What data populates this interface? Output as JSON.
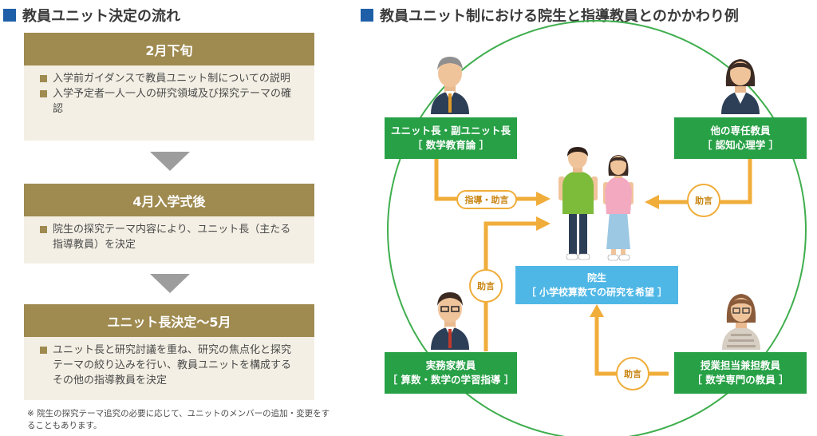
{
  "left": {
    "title": "教員ユニット決定の流れ",
    "phases": [
      {
        "label": "2月下旬",
        "items": [
          "入学前ガイダンスで教員ユニット制についての説明",
          "入学予定者一人一人の研究領域及び探究テーマの確認"
        ]
      },
      {
        "label": "4月入学式後",
        "items": [
          "院生の探究テーマ内容により、ユニット長（主たる指導教員）を決定"
        ]
      },
      {
        "label": "ユニット長決定〜5月",
        "items": [
          "ユニット長と研究討議を重ね、研究の焦点化と探究テーマの絞り込みを行い、教員ユニットを構成するその他の指導教員を決定"
        ]
      }
    ],
    "note": "※ 院生の探究テーマ追究の必要に応じて、ユニットのメンバーの追加・変更をすることもあります。"
  },
  "right": {
    "title": "教員ユニット制における院生と指導教員とのかかわり例",
    "roles": {
      "unit_head": {
        "title": "ユニット長・副ユニット長",
        "field": "［ 数学教育論 ］"
      },
      "other_faculty": {
        "title": "他の専任教員",
        "field": "［ 認知心理学 ］"
      },
      "practitioner": {
        "title": "実務家教員",
        "field": "［ 算数・数学の学習指導 ］"
      },
      "adjunct": {
        "title": "授業担当兼担教員",
        "field": "［ 数学専門の教員 ］"
      },
      "student": {
        "title": "院生",
        "field": "［ 小学校算数での研究を希望 ］"
      }
    },
    "tags": {
      "guidance": "指導・助言",
      "advice": "助言"
    }
  },
  "colors": {
    "green": "#27a046",
    "blue": "#4fb7e6",
    "orange": "#f0ad3a",
    "gold": "#9f8a50"
  }
}
